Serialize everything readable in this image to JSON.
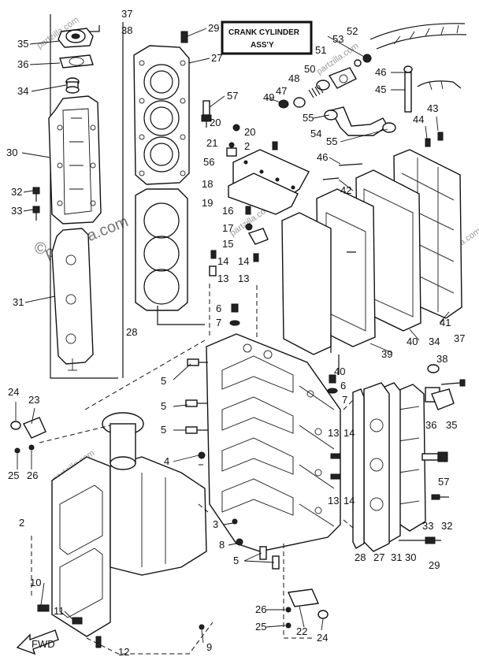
{
  "title_box": {
    "line1": "CRANK CYLINDER",
    "line2": "ASS'Y"
  },
  "watermark": "partzilla.com",
  "watermark_small": "partzilla.com",
  "copyright_mark": "©",
  "front_arrow_label": "FWD",
  "callouts": [
    {
      "id": "c37a",
      "text": "37"
    },
    {
      "id": "c38a",
      "text": "38"
    },
    {
      "id": "c35a",
      "text": "35"
    },
    {
      "id": "c36a",
      "text": "36"
    },
    {
      "id": "c34a",
      "text": "34"
    },
    {
      "id": "c30a",
      "text": "30"
    },
    {
      "id": "c32a",
      "text": "32"
    },
    {
      "id": "c33a",
      "text": "33"
    },
    {
      "id": "c31",
      "text": "31"
    },
    {
      "id": "c29a",
      "text": "29"
    },
    {
      "id": "c27a",
      "text": "27"
    },
    {
      "id": "c57a",
      "text": "57"
    },
    {
      "id": "c20a",
      "text": "20"
    },
    {
      "id": "c20b",
      "text": "20"
    },
    {
      "id": "c21",
      "text": "21"
    },
    {
      "id": "c2a",
      "text": "2"
    },
    {
      "id": "c56",
      "text": "56"
    },
    {
      "id": "c18",
      "text": "18"
    },
    {
      "id": "c19",
      "text": "19"
    },
    {
      "id": "c16",
      "text": "16"
    },
    {
      "id": "c17",
      "text": "17"
    },
    {
      "id": "c15",
      "text": "15"
    },
    {
      "id": "c14a",
      "text": "14"
    },
    {
      "id": "c14b",
      "text": "14"
    },
    {
      "id": "c13a",
      "text": "13"
    },
    {
      "id": "c13b",
      "text": "13"
    },
    {
      "id": "c28a",
      "text": "28"
    },
    {
      "id": "c6a",
      "text": "6"
    },
    {
      "id": "c7a",
      "text": "7"
    },
    {
      "id": "c5a",
      "text": "5"
    },
    {
      "id": "c5b",
      "text": "5"
    },
    {
      "id": "c5c",
      "text": "5"
    },
    {
      "id": "c4",
      "text": "4"
    },
    {
      "id": "c3",
      "text": "3"
    },
    {
      "id": "c8",
      "text": "8"
    },
    {
      "id": "c5d",
      "text": "5"
    },
    {
      "id": "c9",
      "text": "9"
    },
    {
      "id": "c12",
      "text": "12"
    },
    {
      "id": "c10",
      "text": "10"
    },
    {
      "id": "c11",
      "text": "11"
    },
    {
      "id": "c2b",
      "text": "2"
    },
    {
      "id": "c24a",
      "text": "24"
    },
    {
      "id": "c23",
      "text": "23"
    },
    {
      "id": "c25a",
      "text": "25"
    },
    {
      "id": "c26a",
      "text": "26"
    },
    {
      "id": "c52",
      "text": "52"
    },
    {
      "id": "c53",
      "text": "53"
    },
    {
      "id": "c51",
      "text": "51"
    },
    {
      "id": "c50",
      "text": "50"
    },
    {
      "id": "c48",
      "text": "48"
    },
    {
      "id": "c47",
      "text": "47"
    },
    {
      "id": "c49",
      "text": "49"
    },
    {
      "id": "c55a",
      "text": "55"
    },
    {
      "id": "c55b",
      "text": "55"
    },
    {
      "id": "c54",
      "text": "54"
    },
    {
      "id": "c46a",
      "text": "46"
    },
    {
      "id": "c45",
      "text": "45"
    },
    {
      "id": "c43",
      "text": "43"
    },
    {
      "id": "c44",
      "text": "44"
    },
    {
      "id": "c46b",
      "text": "46"
    },
    {
      "id": "c42",
      "text": "42"
    },
    {
      "id": "c41",
      "text": "41"
    },
    {
      "id": "c40a",
      "text": "40"
    },
    {
      "id": "c39",
      "text": "39"
    },
    {
      "id": "c40b",
      "text": "40"
    },
    {
      "id": "c6b",
      "text": "6"
    },
    {
      "id": "c7b",
      "text": "7"
    },
    {
      "id": "c34b",
      "text": "34"
    },
    {
      "id": "c38b",
      "text": "38"
    },
    {
      "id": "c37b",
      "text": "37"
    },
    {
      "id": "c36b",
      "text": "36"
    },
    {
      "id": "c35b",
      "text": "35"
    },
    {
      "id": "c57b",
      "text": "57"
    },
    {
      "id": "c13c",
      "text": "13"
    },
    {
      "id": "c14c",
      "text": "14"
    },
    {
      "id": "c13d",
      "text": "13"
    },
    {
      "id": "c14d",
      "text": "14"
    },
    {
      "id": "c33b",
      "text": "33"
    },
    {
      "id": "c32b",
      "text": "32"
    },
    {
      "id": "c28b",
      "text": "28"
    },
    {
      "id": "c27b",
      "text": "27"
    },
    {
      "id": "c31b",
      "text": "31"
    },
    {
      "id": "c30b",
      "text": "30"
    },
    {
      "id": "c29b",
      "text": "29"
    },
    {
      "id": "c26b",
      "text": "26"
    },
    {
      "id": "c25b",
      "text": "25"
    },
    {
      "id": "c22",
      "text": "22"
    },
    {
      "id": "c24b",
      "text": "24"
    }
  ]
}
